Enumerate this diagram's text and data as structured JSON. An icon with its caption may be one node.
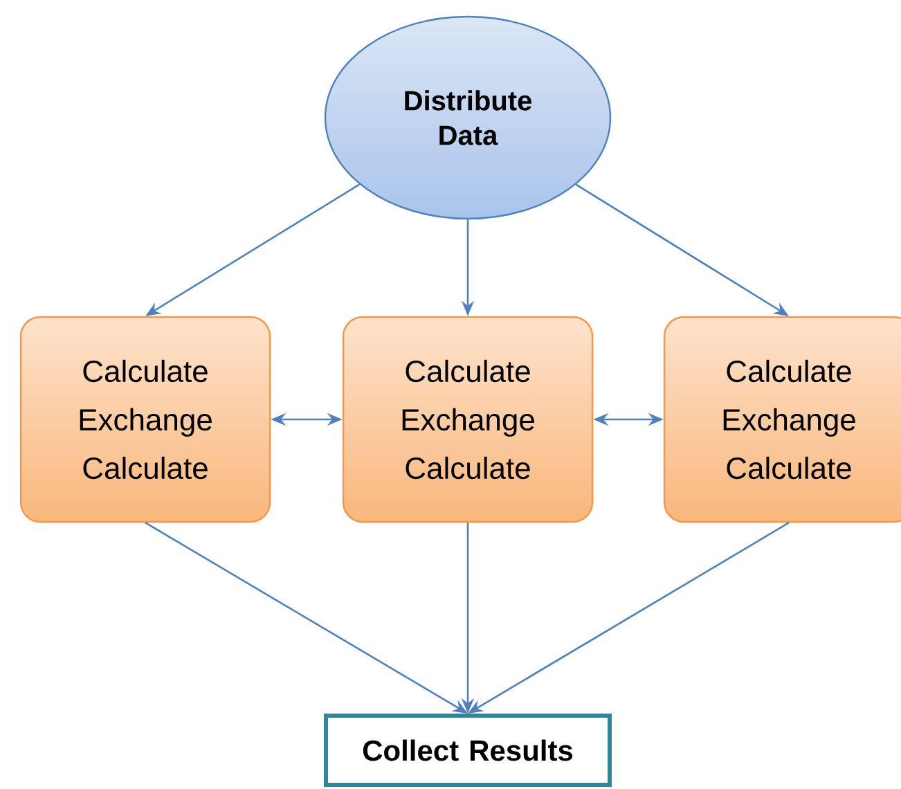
{
  "diagram": {
    "nodes": [
      {
        "text": [
          "Distribute Data"
        ]
      },
      {
        "text": [
          "Calculate Exchange Calculate"
        ]
      },
      {
        "text": [
          "Calculate Exchange Calculate"
        ]
      },
      {
        "text": [
          "Calculate Exchange Calculate"
        ]
      },
      {
        "text": [
          "Collect Results"
        ]
      }
    ],
    "edges": [
      {
        "from": 0,
        "to": 1,
        "arrow": "to"
      },
      {
        "from": 0,
        "to": 2,
        "arrow": "to"
      },
      {
        "from": 0,
        "to": 3,
        "arrow": "to"
      },
      {
        "from": 1,
        "to": 2,
        "arrow": "both"
      },
      {
        "from": 2,
        "to": 3,
        "arrow": "both"
      },
      {
        "from": 1,
        "to": 4,
        "arrow": "to"
      },
      {
        "from": 2,
        "to": 4,
        "arrow": "to"
      },
      {
        "from": 3,
        "to": 4,
        "arrow": "to"
      }
    ]
  }
}
